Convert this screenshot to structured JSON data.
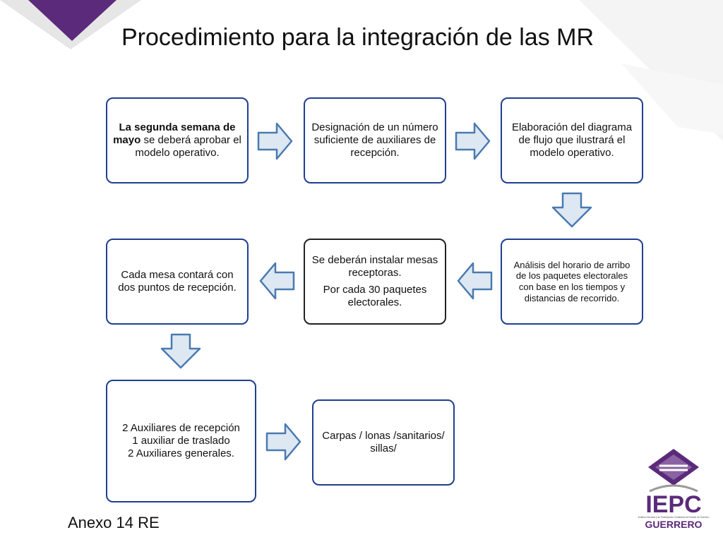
{
  "title": "Procedimiento para la integración de las MR",
  "boxes": {
    "b1": {
      "bold": "La segunda semana de mayo",
      "rest": " se deberá aprobar el modelo operativo."
    },
    "b2": {
      "text": "Designación de un número suficiente de auxiliares de recepción."
    },
    "b3": {
      "text": "Elaboración del diagrama de flujo que ilustrará el modelo operativo."
    },
    "b4": {
      "text": "Análisis del horario de arribo de los paquetes electorales con base en los tiempos y distancias de recorrido."
    },
    "b5": {
      "line1": "Se deberán instalar mesas receptoras.",
      "line2": "Por cada 30 paquetes electorales."
    },
    "b6": {
      "text": "Cada mesa contará con dos puntos de recepción."
    },
    "b7": {
      "line1": "2 Auxiliares de recepción",
      "line2": "1 auxiliar de traslado",
      "line3": "2 Auxiliares generales."
    },
    "b8": {
      "text": "Carpas / lonas /sanitarios/ sillas/"
    }
  },
  "footer": "Anexo 14 RE",
  "logo": {
    "name": "IEPC",
    "state": "GUERRERO",
    "small_text": "Instituto Electoral y de Participación Ciudadana del Estado de Guerrero"
  },
  "colors": {
    "accent_purple": "#5b2a7a",
    "box_border": "#1f3f8f",
    "arrow_fill": "#dde8f3",
    "arrow_stroke": "#4a7ab0"
  }
}
